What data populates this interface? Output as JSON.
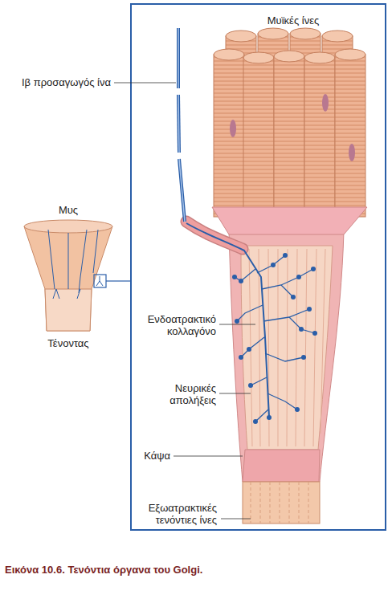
{
  "diagram": {
    "caption": "Εικόνα 10.6. Τενόντια όργανα του Golgi.",
    "labels": [
      "Μυϊκές ίνες",
      "Ιβ προσαγωγός ίνα",
      "Μυς",
      "Ενδοατρακτικό κολλαγόνο",
      "Τένοντας",
      "Νευρικές απολήξεις",
      "Κάψα",
      "Εξωατρακτικές τενόντιες ίνες"
    ]
  }
}
